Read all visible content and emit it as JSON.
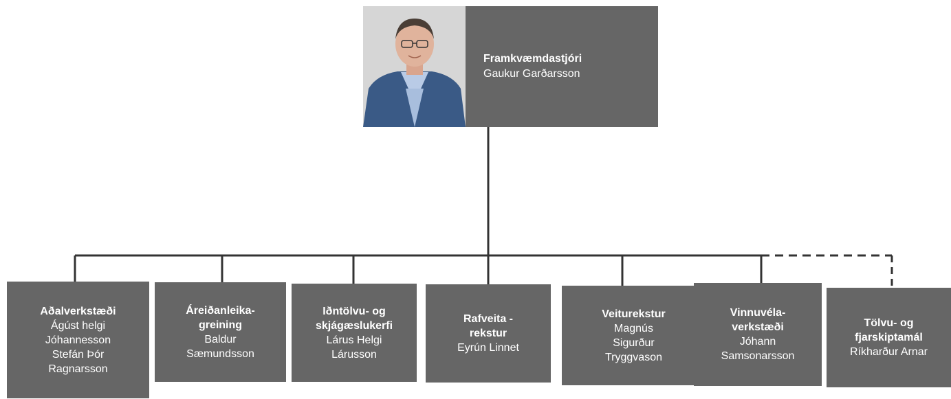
{
  "head": {
    "title": "Framkvæmdastjóri",
    "name": "Gaukur Garðarsson"
  },
  "departments": [
    {
      "title": "Aðalverkstæði",
      "names": "Ágúst helgi\nJóhannesson\nStefán Þór\nRagnarsson"
    },
    {
      "title": "Áreiðanleika-\ngreining",
      "names": "Baldur\nSæmundsson"
    },
    {
      "title": "Iðntölvu- og\nskjágæslukerfi",
      "names": "Lárus Helgi\nLárusson"
    },
    {
      "title": "Rafveita -\nrekstur",
      "names": "Eyrún Linnet"
    },
    {
      "title": "Veiturekstur",
      "names": "Magnús\nSigurður\nTryggvason"
    },
    {
      "title": "Vinnuvéla-\nverkstæði",
      "names": "Jóhann\nSamsonarsson"
    },
    {
      "title": "Tölvu- og\nfjarskiptamál",
      "names": "Ríkharður Arnar"
    }
  ],
  "colors": {
    "box": "#666666",
    "line": "#333333",
    "text": "#ffffff"
  }
}
